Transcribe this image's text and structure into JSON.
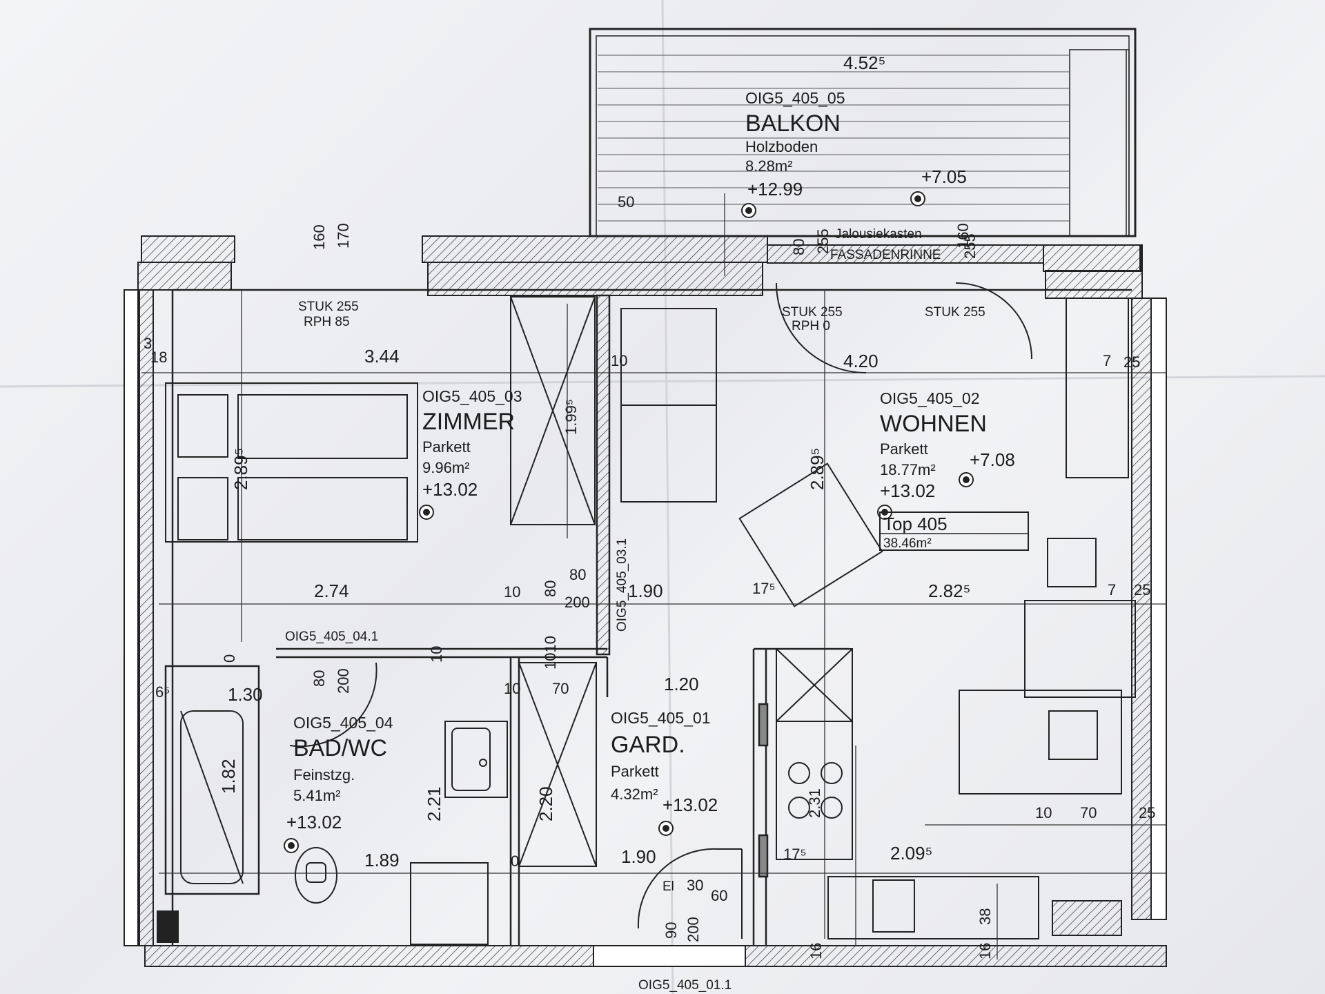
{
  "rooms": {
    "balkon": {
      "code": "OIG5_405_05",
      "name": "BALKON",
      "floor": "Holzboden",
      "area": "8.28m²",
      "level": "+12.99",
      "level2": "+7.05"
    },
    "zimmer": {
      "code": "OIG5_405_03",
      "name": "ZIMMER",
      "floor": "Parkett",
      "area": "9.96m²",
      "level": "+13.02"
    },
    "wohnen": {
      "code": "OIG5_405_02",
      "name": "WOHNEN",
      "floor": "Parkett",
      "area": "18.77m²",
      "level": "+13.02",
      "level2": "+7.08"
    },
    "bad": {
      "code": "OIG5_405_04",
      "name": "BAD/WC",
      "floor": "Feinstzg.",
      "area": "5.41m²",
      "level": "+13.02"
    },
    "gard": {
      "code": "OIG5_405_01",
      "name": "GARD.",
      "floor": "Parkett",
      "area": "4.32m²",
      "level": "+13.02"
    }
  },
  "unit": {
    "name": "Top 405",
    "area": "38.46m²"
  },
  "labels": {
    "jalousie": "Jalousiekasten",
    "fassade": "FASSADENRINNE",
    "stuk1": "STUK 255",
    "rph1": "RPH 85",
    "stuk2": "STUK 255",
    "rph2": "RPH 0",
    "stuk3": "STUK 255",
    "door_bad": "OIG5_405_04.1",
    "door_gard": "OIG5_405_03.1",
    "door_entry": "OIG5_405_01.1",
    "el": "El"
  },
  "dims": {
    "d452": "4.52⁵",
    "d50": "50",
    "d160a": "160",
    "d170": "170",
    "d80a": "80",
    "d255a": "255",
    "d160b": "160",
    "d255b": "255",
    "d3": "3",
    "d18": "18",
    "d344": "3.44",
    "d10a": "10",
    "d420": "4.20",
    "d7a": "7",
    "d25a": "25",
    "d289a": "2.89⁵",
    "d199": "1.99⁵",
    "d289b": "2.89⁵",
    "d274": "2.74",
    "d10b": "10",
    "d80b": "80",
    "d80c": "80",
    "d200a": "200",
    "d190a": "1.90",
    "d175a": "17⁵",
    "d282": "2.82⁵",
    "d7b": "7",
    "d25b": "25",
    "d0a": "0",
    "d10c": "10",
    "d1010": "1010",
    "d6a": "6⁵",
    "d130": "1.30",
    "d80d": "80",
    "d200b": "200",
    "d10d": "10",
    "d70a": "70",
    "d120": "1.20",
    "d182": "1.82",
    "d221": "2.21",
    "d220": "2.20",
    "d231": "2.31",
    "d189": "1.89",
    "d0b": "0",
    "d190b": "1.90",
    "d175b": "17⁵",
    "d209": "2.09⁵",
    "d10e": "10",
    "d70b": "70",
    "d25c": "25",
    "d30": "30",
    "d60": "60",
    "d90": "90",
    "d200c": "200",
    "d38": "38",
    "d16a": "16",
    "d16b": "16"
  }
}
